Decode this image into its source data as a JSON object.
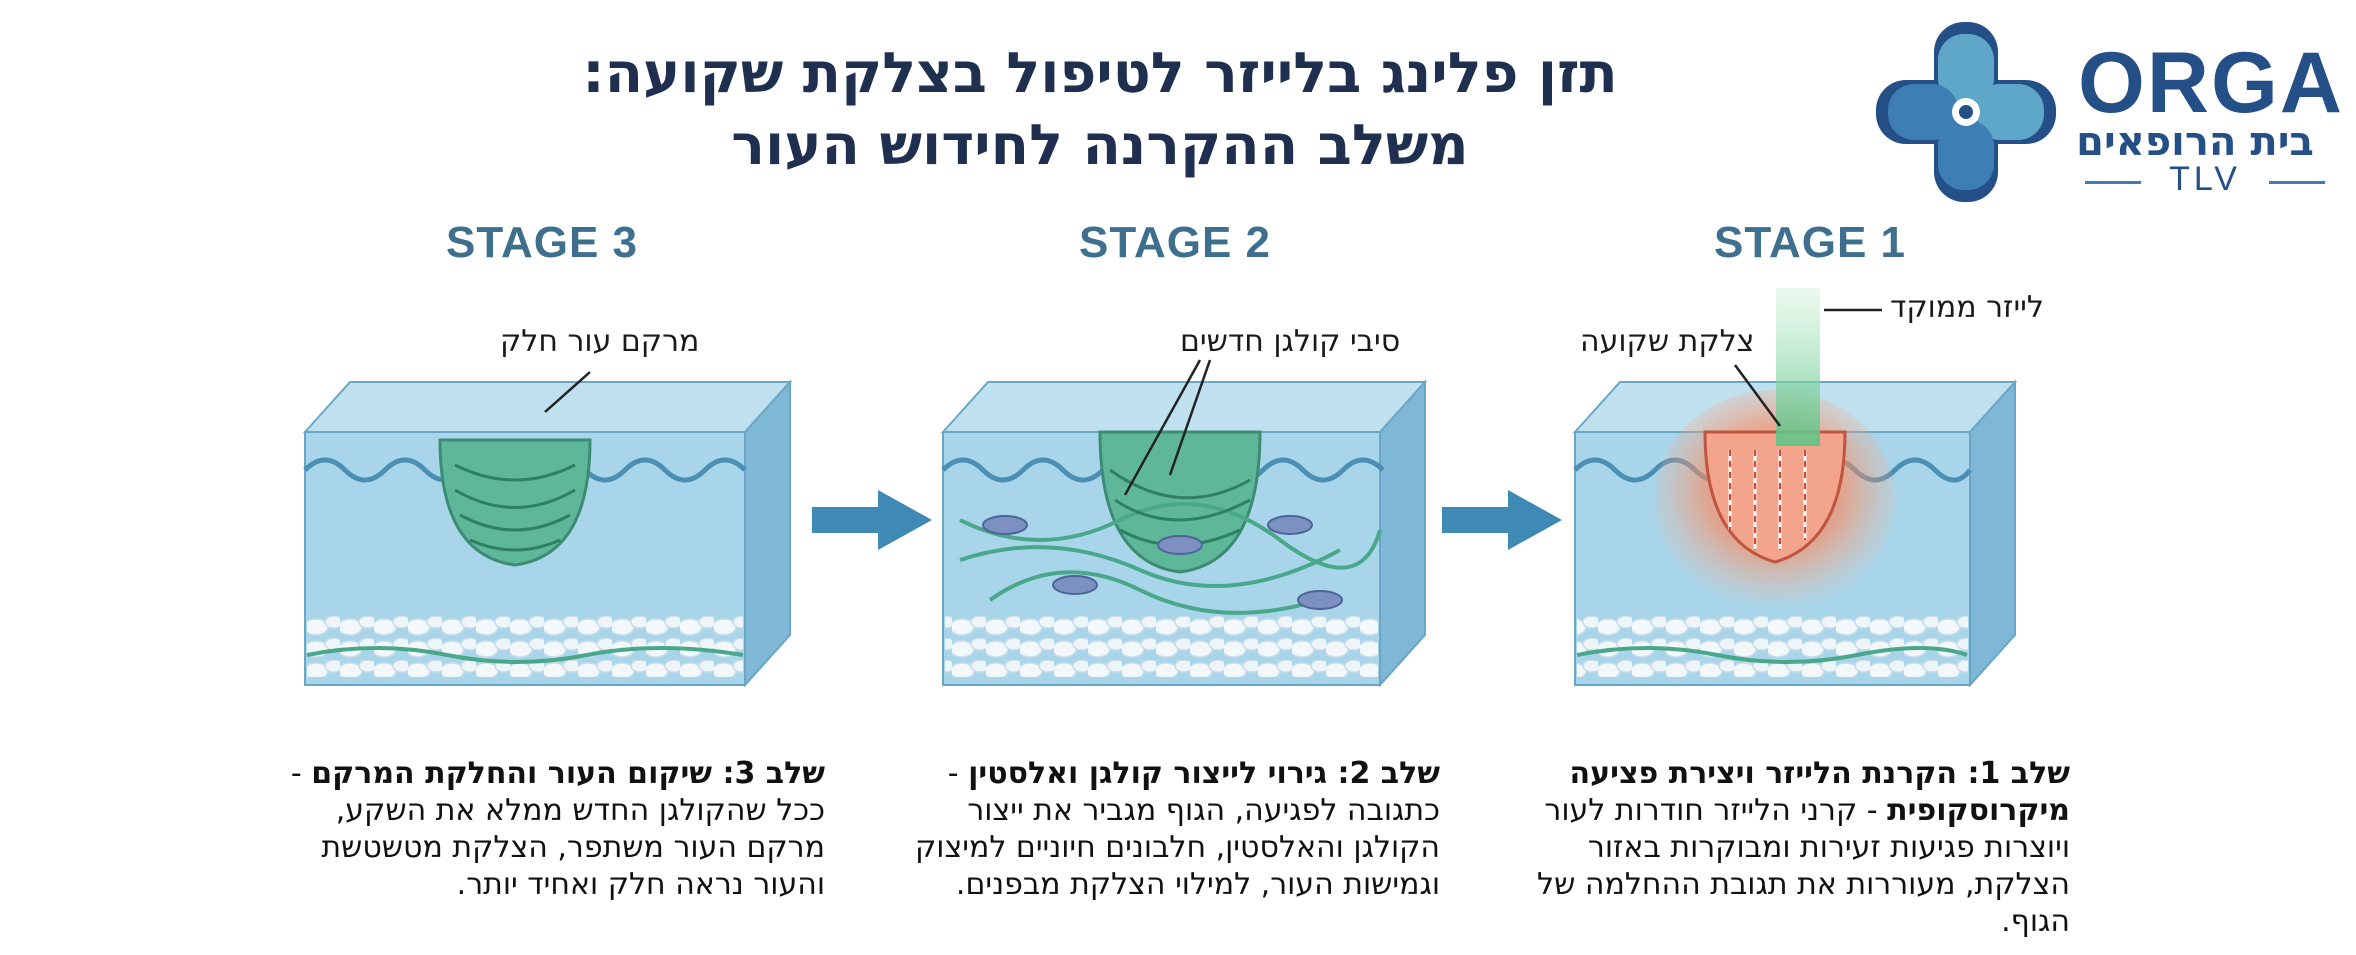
{
  "title": {
    "line1": "תזן פלינג בלייזר לטיפול בצלקת שקועה:",
    "line2": "משלב ההקרנה לחידוש העור"
  },
  "logo": {
    "name": "ORGA",
    "subtitle": "בית הרופאים",
    "city": "TLV",
    "colors": {
      "dark": "#244f87",
      "light": "#5fa7c9"
    }
  },
  "stages": [
    {
      "title": "STAGE 1",
      "labels": {
        "laser": "לייזר ממוקד",
        "scar": "צלקת שקועה"
      },
      "desc_bold": "שלב 1: הקרנת הלייזר ויצירת פציעה מיקרוסקופית",
      "desc_text": " - קרני הלייזר חודרות לעור ויוצרות פגיעות זעירות ומבוקרות באזור הצלקת, מעוררות את תגובת ההחלמה של הגוף."
    },
    {
      "title": "STAGE 2",
      "labels": {
        "collagen": "סיבי קולגן חדשים"
      },
      "desc_bold": "שלב 2: גירוי לייצור קולגן ואלסטין",
      "desc_text": " - כתגובה לפגיעה, הגוף מגביר את ייצור הקולגן והאלסטין, חלבונים חיוניים למיצוק וגמישות העור, למילוי הצלקת מבפנים."
    },
    {
      "title": "STAGE 3",
      "labels": {
        "smooth": "מרקם עור חלק"
      },
      "desc_bold": "שלב 3: שיקום העור והחלקת המרקם",
      "desc_text": " - ככל שהקולגן החדש ממלא את השקע, מרקם העור משתפר, הצלקת מטשטשת והעור נראה חלק ואחיד יותר."
    }
  ],
  "colors": {
    "skin_top": "#bfe0ef",
    "skin_body": "#a9d5ea",
    "skin_side": "#7fb8d6",
    "collagen": "#4aa88a",
    "laser": "#6fcf97",
    "heat": "#ff7a5c",
    "arrow": "#3f89b5"
  }
}
